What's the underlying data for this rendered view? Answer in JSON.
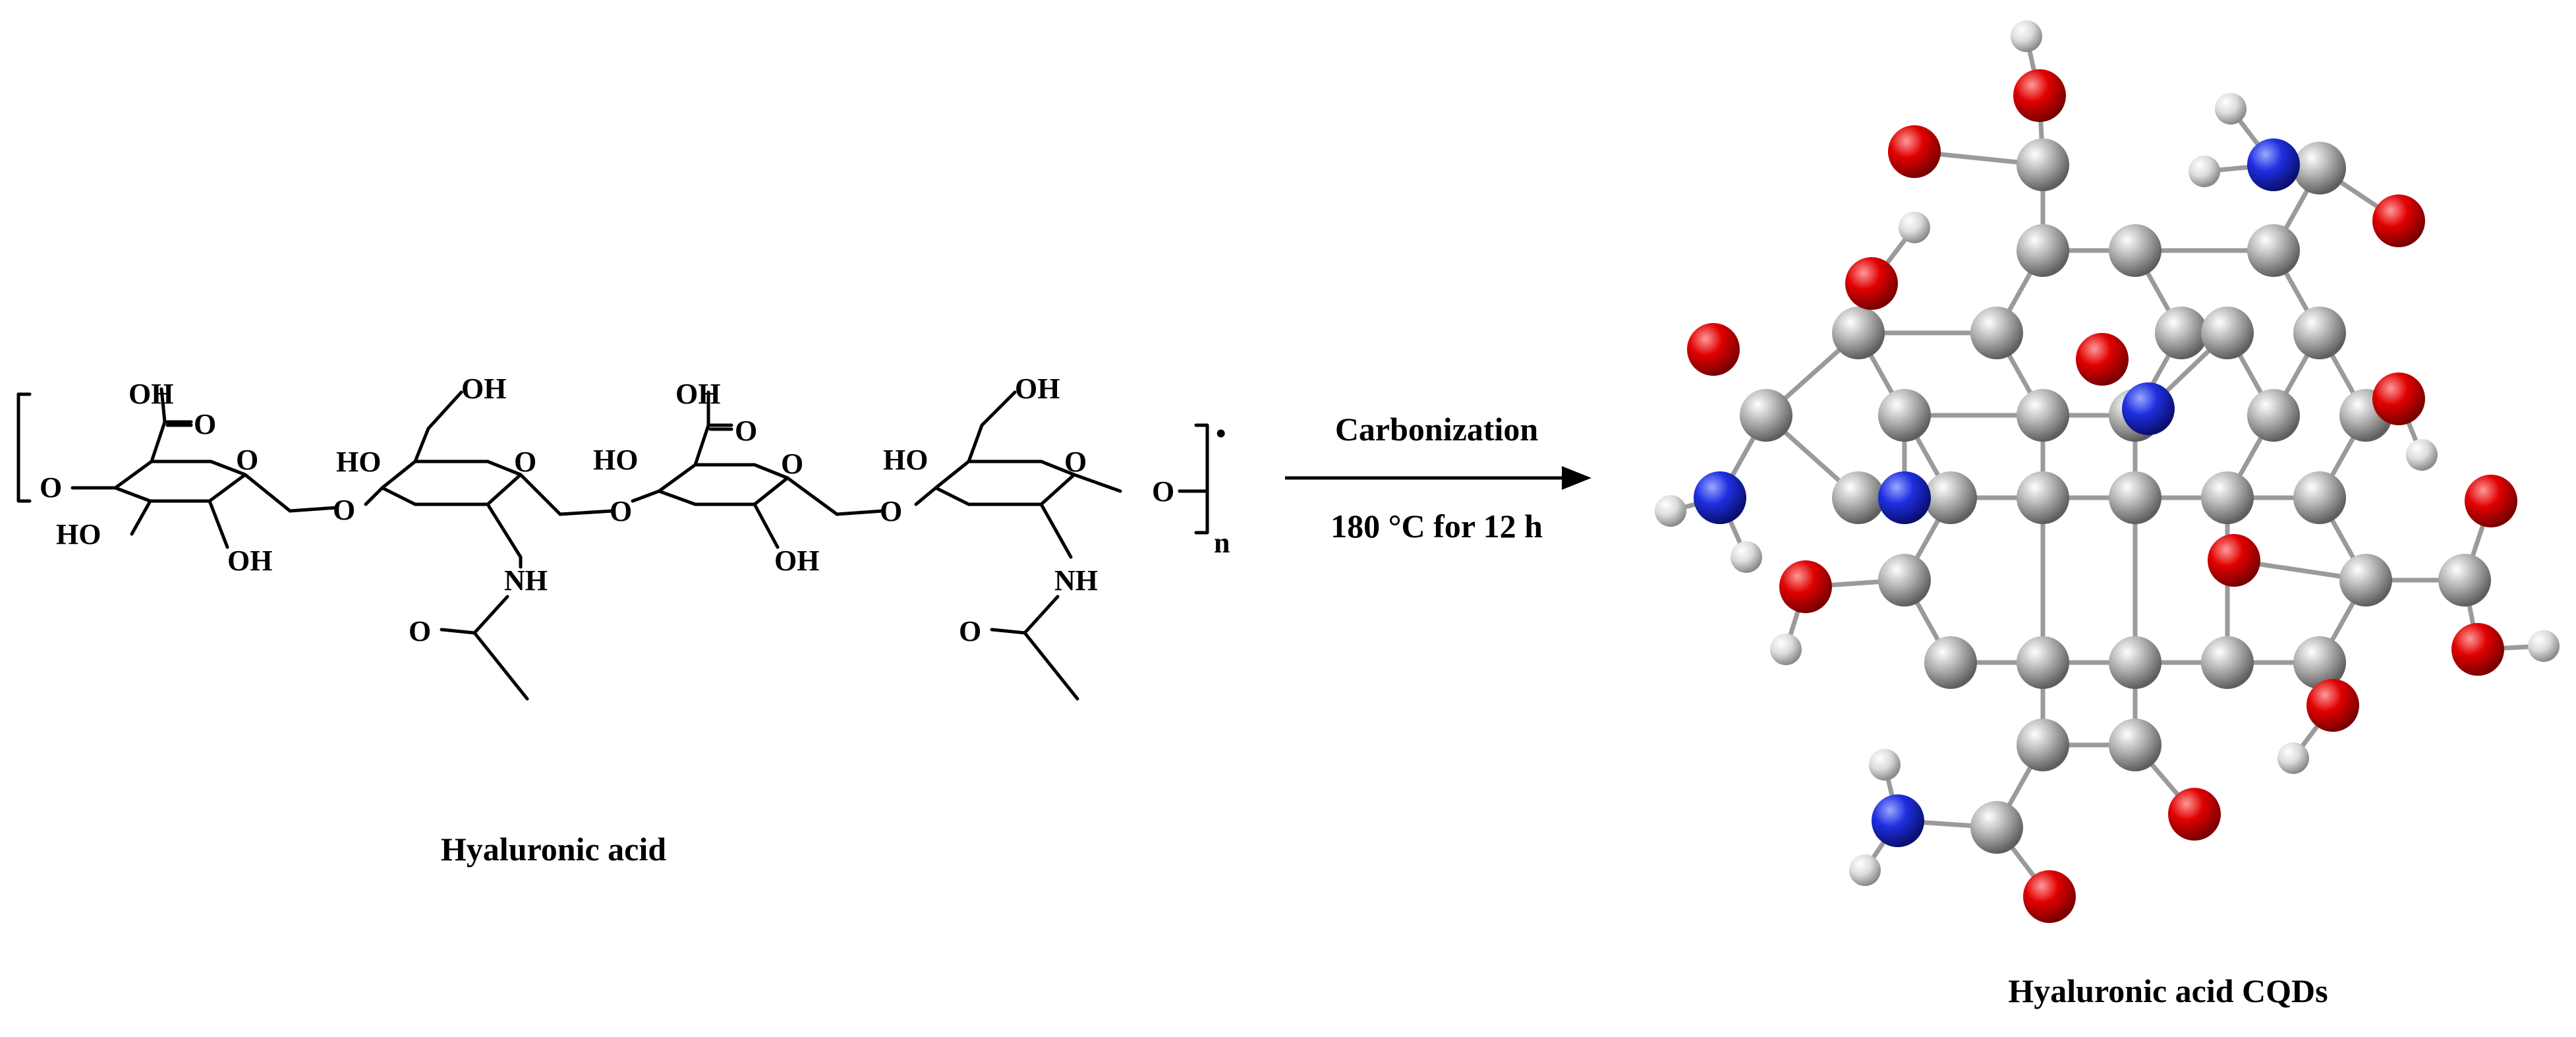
{
  "reactant": {
    "name": "Hyaluronic acid",
    "labels": {
      "oh": "OH",
      "ho": "HO",
      "o": "O",
      "nh": "NH",
      "n": "n",
      "dot": "•"
    }
  },
  "arrow": {
    "top": "Carbonization",
    "bottom": "180 °C for 12 h"
  },
  "product": {
    "name": "Hyaluronic acid CQDs",
    "atom_colors": {
      "C": "#9a9a9a",
      "O": "#d40000",
      "N": "#1a1ad6",
      "H": "#d9d9d9"
    }
  }
}
